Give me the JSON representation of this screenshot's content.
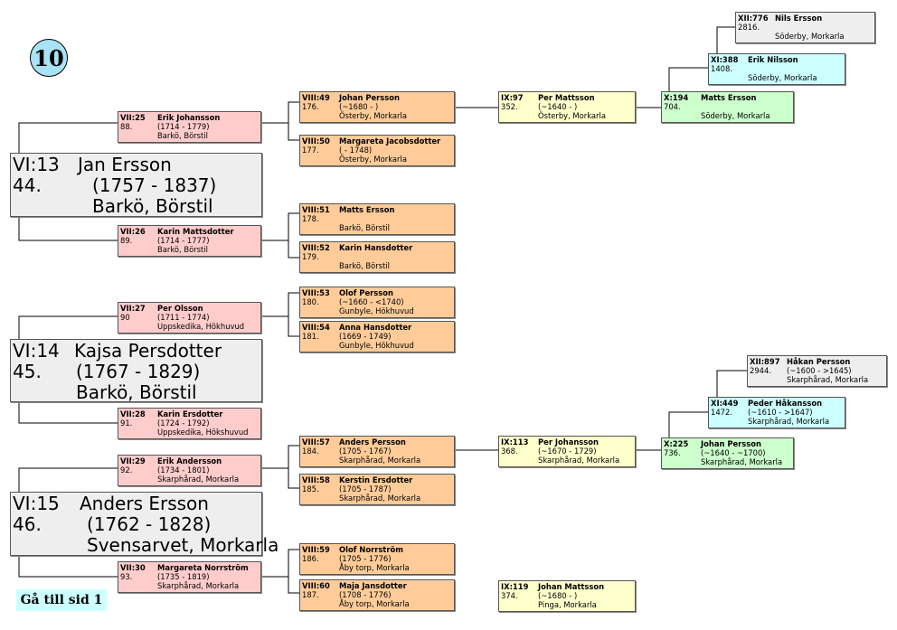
{
  "page_number": "10",
  "nav_link": "Gå till sid 1",
  "main_persons": [
    {
      "id": "VI:13",
      "number": "44.",
      "name": "Jan Ersson",
      "dates": "(1757 - 1837)",
      "place": "Barkö, Börstil"
    },
    {
      "id": "VI:14",
      "number": "45.",
      "name": "Kajsa Persdotter",
      "dates": "(1767 - 1829)",
      "place": "Barkö, Börstil"
    },
    {
      "id": "VI:15",
      "number": "46.",
      "name": "Anders Ersson",
      "dates": "(1762 - 1828)",
      "place": "Svensarvet, Morkarla"
    }
  ],
  "ancestors": [
    {
      "id": "VII:25",
      "name": "Erik Johansson",
      "number": "88.",
      "dates": "(1714 - 1779)",
      "place": "Barkö, Börstil"
    },
    {
      "id": "VII:26",
      "name": "Karin Mattsdotter",
      "number": "89.",
      "dates": "(1714 - 1777)",
      "place": "Barkö, Börstil"
    },
    {
      "id": "VII:27",
      "name": "Per Olsson",
      "number": "90",
      "dates": "(1711 - 1774)",
      "place": "Uppskedika, Hökhuvud"
    },
    {
      "id": "VII:28",
      "name": "Karin Ersdotter",
      "number": "91.",
      "dates": "(1724 - 1792)",
      "place": "Uppskedika, Hökshuvud"
    },
    {
      "id": "VII:29",
      "name": "Erik Andersson",
      "number": "92.",
      "dates": "(1734 - 1801)",
      "place": "Skarphårad, Morkarla"
    },
    {
      "id": "VII:30",
      "name": "Margareta Norrström",
      "number": "93.",
      "dates": "(1735 - 1819)",
      "place": "Skarphårad, Morkarla"
    },
    {
      "id": "VIII:49",
      "name": "Johan Persson",
      "number": "176.",
      "dates": "(~1680 - )",
      "place": "Österby, Morkarla"
    },
    {
      "id": "VIII:50",
      "name": "Margareta Jacobsdotter",
      "number": "177.",
      "dates": "( - 1748)",
      "place": "Österby, Morkarla"
    },
    {
      "id": "VIII:51",
      "name": "Matts Ersson",
      "number": "178.",
      "dates": "",
      "place": "Barkö, Börstil"
    },
    {
      "id": "VIII:52",
      "name": "Karin Hansdotter",
      "number": "179.",
      "dates": "",
      "place": "Barkö, Börstil"
    },
    {
      "id": "VIII:53",
      "name": "Olof Persson",
      "number": "180.",
      "dates": "(~1660 - <1740)",
      "place": "Gunbyle, Hökhuvud"
    },
    {
      "id": "VIII:54",
      "name": "Anna Hansdotter",
      "number": "181.",
      "dates": "(1669 - 1749)",
      "place": "Gunbyle, Hökhuvud"
    },
    {
      "id": "VIII:57",
      "name": "Anders Persson",
      "number": "184.",
      "dates": "(1705 - 1767)",
      "place": "Skarphårad, Morkarla"
    },
    {
      "id": "VIII:58",
      "name": "Kerstin Ersdotter",
      "number": "185.",
      "dates": "(1705 - 1787)",
      "place": "Skarphårad, Morkarla"
    },
    {
      "id": "VIII:59",
      "name": "Olof Norrström",
      "number": "186.",
      "dates": "(1705 - 1776)",
      "place": "Åby torp, Morkarla"
    },
    {
      "id": "VIII:60",
      "name": "Maja Jansdotter",
      "number": "187.",
      "dates": "(1708 - 1776)",
      "place": "Åby torp, Morkarla"
    },
    {
      "id": "IX:97",
      "name": "Per Mattsson",
      "number": "352.",
      "dates": "(~1640 - )",
      "place": "Österby, Morkarla"
    },
    {
      "id": "IX:113",
      "name": "Per Johansson",
      "number": "368.",
      "dates": "(~1670 - 1729)",
      "place": "Skarphårad, Morkarla"
    },
    {
      "id": "IX:119",
      "name": "Johan Mattsson",
      "number": "374.",
      "dates": "(~1680 - )",
      "place": "Pinga, Morkarla"
    },
    {
      "id": "X:194",
      "name": "Matts Ersson",
      "number": "704.",
      "dates": "",
      "place": "Söderby, Morkarla"
    },
    {
      "id": "X:225",
      "name": "Johan Persson",
      "number": "736.",
      "dates": "(~1640 - ~1700)",
      "place": "Skarphårad, Morkarla"
    },
    {
      "id": "XI:388",
      "name": "Erik Nilsson",
      "number": "1408.",
      "dates": "",
      "place": "Söderby, Morkarla"
    },
    {
      "id": "XI:449",
      "name": "Peder Håkansson",
      "number": "1472.",
      "dates": "(~1610 - >1647)",
      "place": "Skarphårad, Morkarla"
    },
    {
      "id": "XII:776",
      "name": "Nils Ersson",
      "number": "2816.",
      "dates": "",
      "place": "Söderby, Morkarla"
    },
    {
      "id": "XII:897",
      "name": "Håkan Persson",
      "number": "2944.",
      "dates": "(~1600 - >1645)",
      "place": "Skarphårad, Morkarla"
    }
  ],
  "colors": {
    "generation_VII": "#ffcccc",
    "generation_VIII": "#ffcc99",
    "generation_IX": "#ffffcc",
    "generation_X": "#ccffcc",
    "generation_XI": "#ccffff",
    "generation_XII": "#eeeeee",
    "main_person": "#eeeeee",
    "page_badge": "#a8e2f4"
  }
}
